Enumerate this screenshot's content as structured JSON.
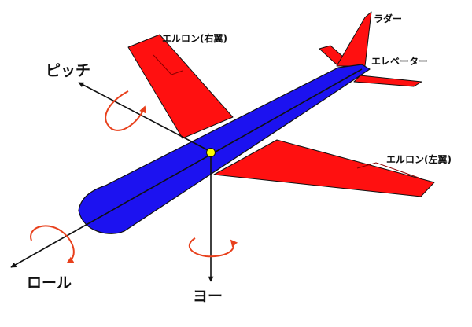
{
  "labels": {
    "rudder": "ラダー",
    "elevator": "エレベーター",
    "aileron_right": "エルロン(右翼)",
    "aileron_left": "エルロン(左翼)",
    "pitch": "ピッチ",
    "roll": "ロール",
    "yaw": "ヨー"
  },
  "colors": {
    "fuselage": "#1c12f0",
    "surfaces": "#ff1010",
    "cg_marker": "#ffff00",
    "rotation_arrows": "#e8401c",
    "axes": "#111111"
  }
}
